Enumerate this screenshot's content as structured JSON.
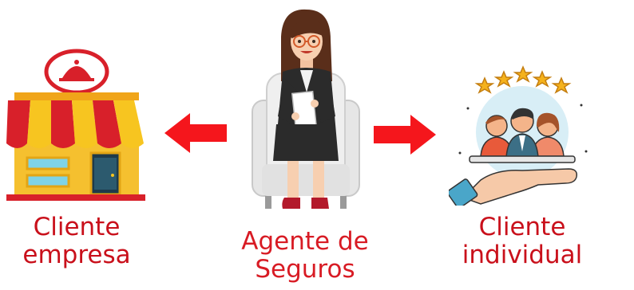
{
  "colors": {
    "label_red": "#c9101b",
    "center_label_red": "#d81b24",
    "arrow_red": "#f5161c",
    "awning_red": "#d8202a",
    "awning_yellow": "#f7c520",
    "building_yellow": "#f5c02f",
    "star_gold": "#f5b21c",
    "hand_blue": "#4aa6c9",
    "circle_blue": "#d8eef6"
  },
  "left": {
    "icon": "storefront-icon",
    "label": "Cliente\nempresa"
  },
  "center": {
    "icon": "insurance-agent-illustration",
    "label": "Agente de\nSeguros"
  },
  "right": {
    "icon": "customers-on-hand-icon",
    "label": "Cliente\nindividual",
    "stars": 5
  },
  "arrows": [
    {
      "direction": "left",
      "icon": "arrow-left-icon"
    },
    {
      "direction": "right",
      "icon": "arrow-right-icon"
    }
  ]
}
